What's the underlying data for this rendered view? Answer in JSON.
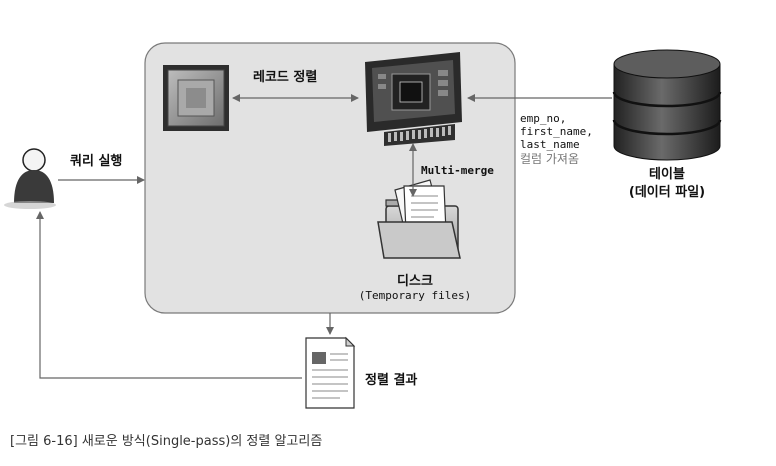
{
  "labels": {
    "record_sort": "레코드 정렬",
    "query_exec": "쿼리 실행",
    "multi_merge": "Multi-merge",
    "disk": "디스크",
    "temp_files": "(Temporary files)",
    "columns_line1": "emp_no,",
    "columns_line2": "first_name,",
    "columns_line3": "last_name",
    "columns_fetch": "컬럼 가져옴",
    "table": "테이블",
    "data_file": "(데이터 파일)",
    "sort_result": "정렬 결과"
  },
  "caption": "[그림 6-16] 새로운 방식(Single-pass)의 정렬 알고리즘",
  "colors": {
    "box_fill": "#e2e2e2",
    "box_stroke": "#777777",
    "arrow": "#666666",
    "db_dark": "#3a3a3a"
  }
}
